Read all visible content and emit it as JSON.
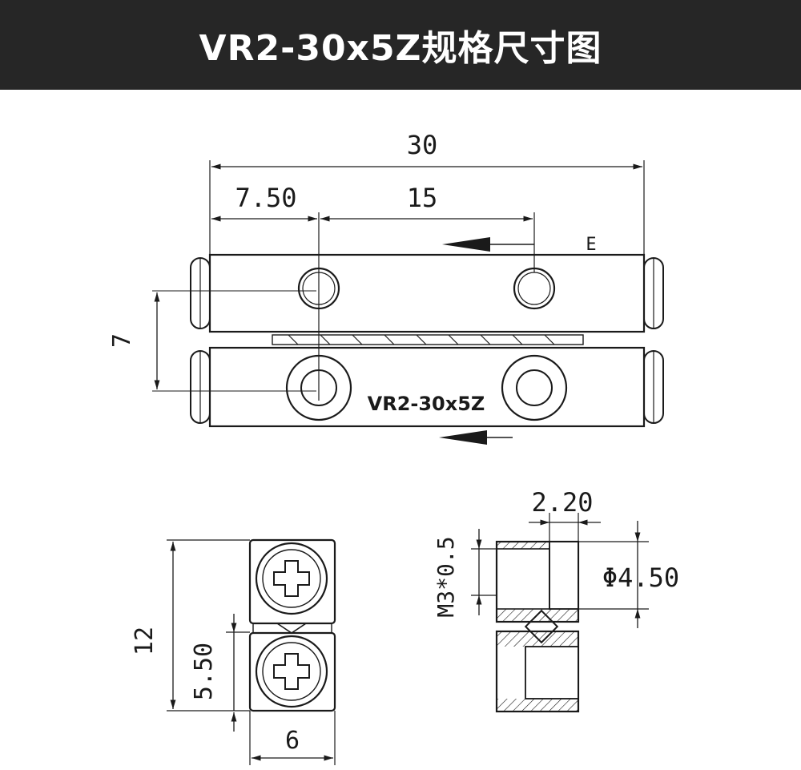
{
  "title": "VR2-30x5Z规格尺寸图",
  "dimensions": {
    "overall_length": "30",
    "hole_offset": "7.50",
    "hole_pitch": "15",
    "rail_pitch": "7",
    "end_mark": "E",
    "part_marking": "VR2-30x5Z",
    "height": "12",
    "half_height": "5.50",
    "width": "6",
    "counterbore_depth": "2.20",
    "thread": "M3*0.5",
    "counterbore_diameter": "Φ4.50"
  },
  "colors": {
    "header_bg": "#262626",
    "header_text": "#ffffff",
    "line": "#1a1a1a",
    "watermark": "#a9d3ec"
  }
}
